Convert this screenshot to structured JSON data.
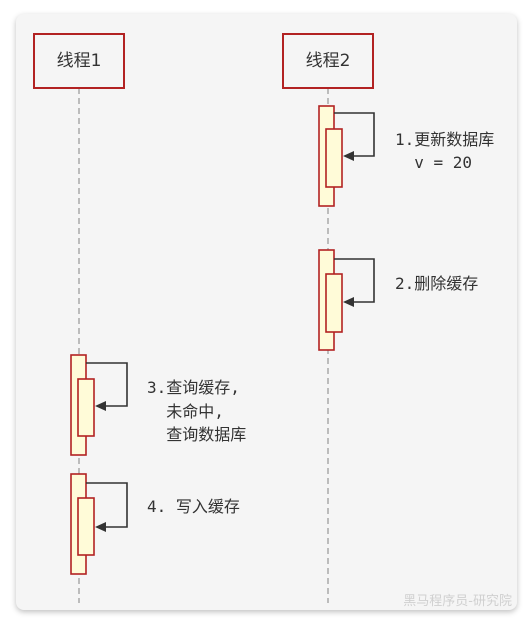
{
  "actors": [
    "线程1",
    "线程2"
  ],
  "steps": [
    {
      "lines": [
        "1.更新数据库",
        "  v = 20"
      ]
    },
    {
      "lines": [
        "2.删除缓存"
      ]
    },
    {
      "lines": [
        "3.查询缓存,",
        "  未命中,",
        "  查询数据库"
      ]
    },
    {
      "lines": [
        "4. 写入缓存"
      ]
    }
  ],
  "watermark": "黑马程序员-研究院"
}
